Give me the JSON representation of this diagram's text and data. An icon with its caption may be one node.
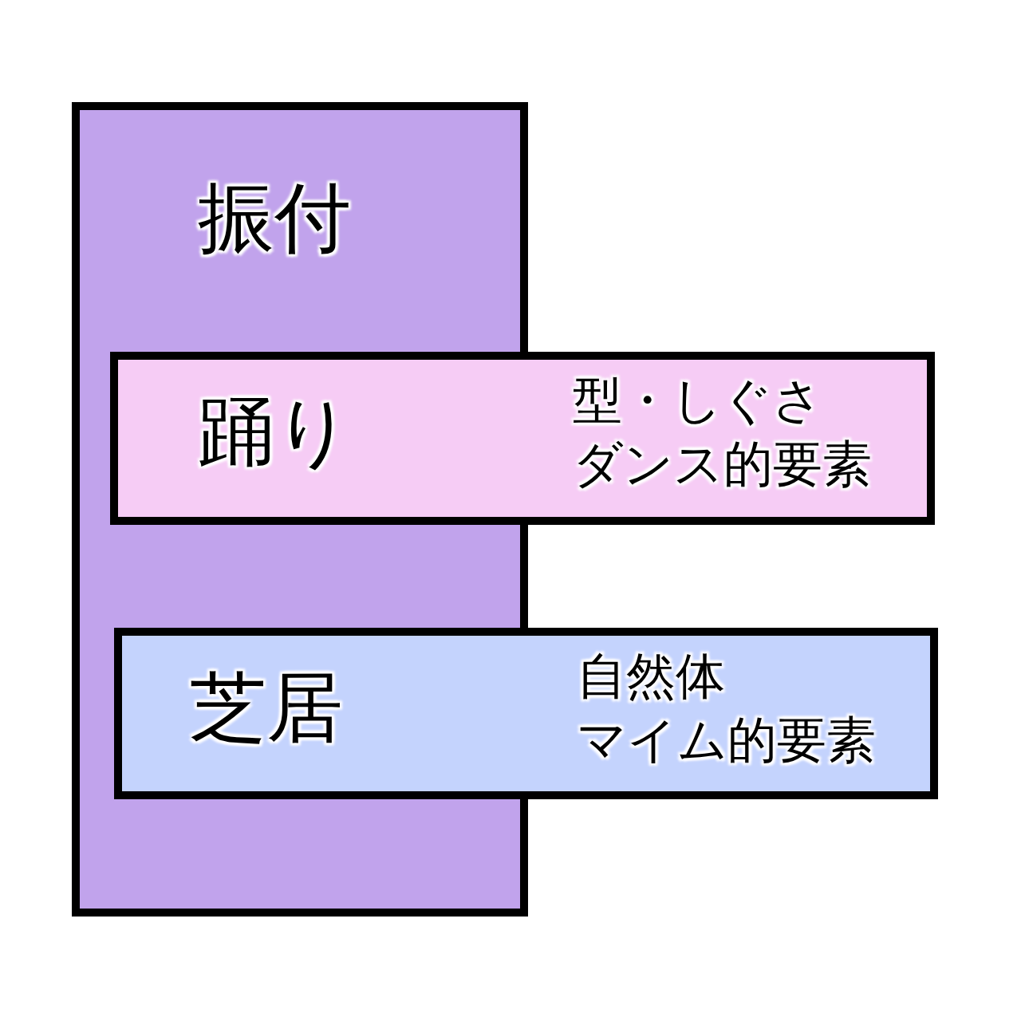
{
  "diagram": {
    "nodes": [
      {
        "text": [
          "振付"
        ]
      },
      {
        "text": [
          "踊り",
          "型・しぐさ",
          "ダンス的要素"
        ]
      },
      {
        "text": [
          "芝居",
          "自然体",
          "マイム的要素"
        ]
      }
    ]
  }
}
